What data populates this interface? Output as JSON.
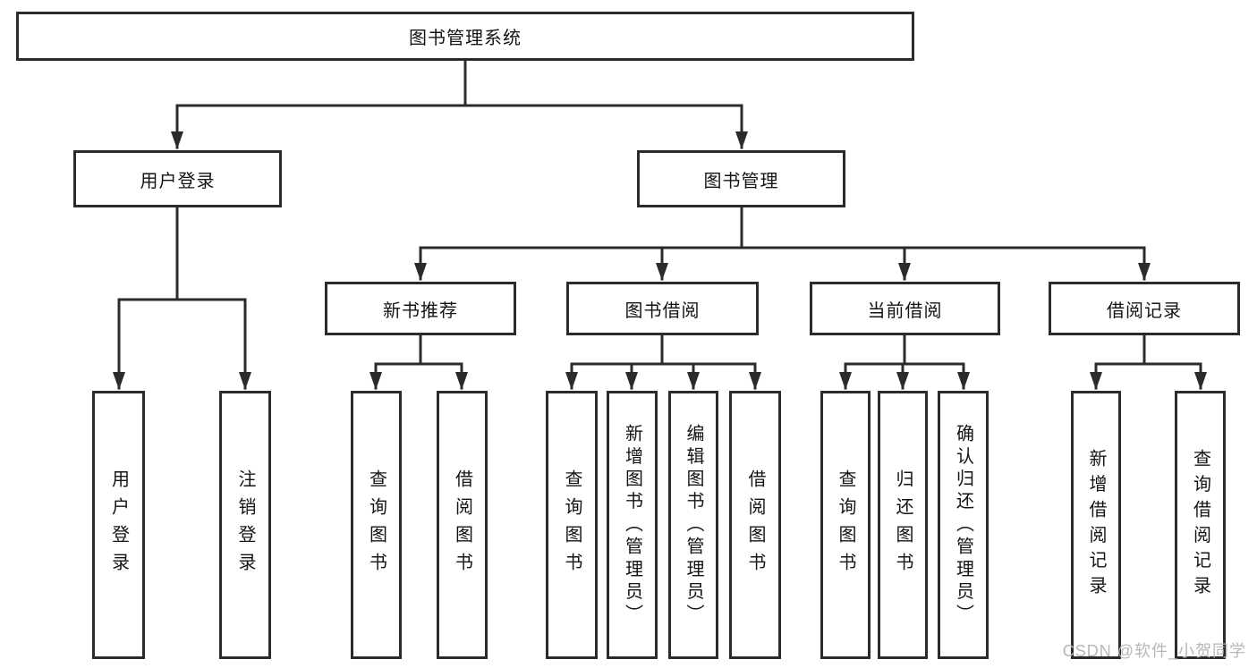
{
  "page": {
    "background": "#ffffff"
  },
  "colors": {
    "line": "#2b2b2b",
    "box_border": "#2b2b2b",
    "box_fill": "#ffffff",
    "text": "#141414",
    "watermark": "#b7b7b7"
  },
  "watermark": {
    "text": "CSDN @软件_小贺同学"
  },
  "diagram": {
    "type": "tree",
    "root": {
      "label": "图书管理系统"
    },
    "branches": [
      {
        "label": "用户登录",
        "children": [
          {
            "label": "用户登录"
          },
          {
            "label": "注销登录"
          }
        ]
      },
      {
        "label": "图书管理",
        "children": [
          {
            "label": "新书推荐",
            "children": [
              {
                "label": "查询图书"
              },
              {
                "label": "借阅图书"
              }
            ]
          },
          {
            "label": "图书借阅",
            "children": [
              {
                "label": "查询图书"
              },
              {
                "label": "新增图书（管理员）"
              },
              {
                "label": "编辑图书（管理员）"
              },
              {
                "label": "借阅图书"
              }
            ]
          },
          {
            "label": "当前借阅",
            "children": [
              {
                "label": "查询图书"
              },
              {
                "label": "归还图书"
              },
              {
                "label": "确认归还（管理员）"
              }
            ]
          },
          {
            "label": "借阅记录",
            "children": [
              {
                "label": "新增借阅记录"
              },
              {
                "label": "查询借阅记录"
              }
            ]
          }
        ]
      }
    ]
  }
}
